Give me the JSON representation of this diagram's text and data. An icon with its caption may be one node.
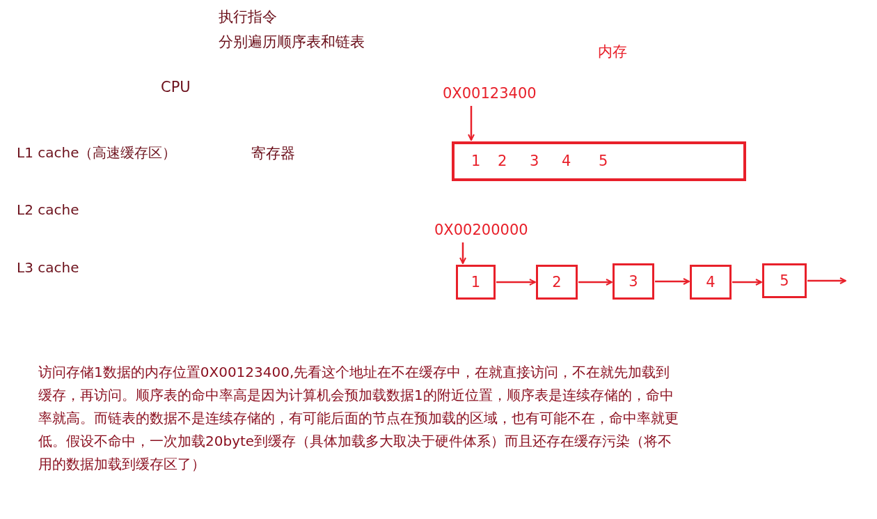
{
  "diagram": {
    "nodes": [
      {
        "text": [
          "0X00123400"
        ]
      },
      {
        "text": [
          "1",
          "2",
          "3",
          "4",
          "5"
        ]
      },
      {
        "text": [
          "0X00200000"
        ]
      },
      {
        "text": [
          "1"
        ]
      },
      {
        "text": [
          "2"
        ]
      },
      {
        "text": [
          "3"
        ]
      },
      {
        "text": [
          "4"
        ]
      },
      {
        "text": [
          "5"
        ]
      }
    ],
    "edges": [
      {
        "from": 0,
        "to": 1,
        "arrow": "to"
      },
      {
        "from": 2,
        "to": 3,
        "arrow": "to"
      },
      {
        "from": 3,
        "to": 4,
        "arrow": "to"
      },
      {
        "from": 4,
        "to": 5,
        "arrow": "to"
      },
      {
        "from": 5,
        "to": 6,
        "arrow": "to"
      },
      {
        "from": 6,
        "to": 7,
        "arrow": "to"
      },
      {
        "from": 7,
        "to": null,
        "arrow": "to"
      }
    ],
    "labels": [
      "执行指令",
      "分别遍历顺序表和链表",
      "内存",
      "CPU",
      "L1 cache（高速缓存区）",
      "寄存器",
      "L2 cache",
      "L3 cache",
      "访问存储1数据的内存位置0X00123400,先看这个地址在不在缓存中，在就直接访问，不在就先加载到缓存，再访问。顺序表的命中率高是因为计算机会预加载数据1的附近位置，顺序表是连续存储的，命中率就高。而链表的数据不是连续存储的，有可能后面的节点在预加载的区域，也有可能不在，命中率就更低。假设不命中，一次加载20byte到缓存（具体加载多大取决于硬件体系）而且还存在缓存污染（将不用的数据加载到缓存区了）"
    ]
  }
}
